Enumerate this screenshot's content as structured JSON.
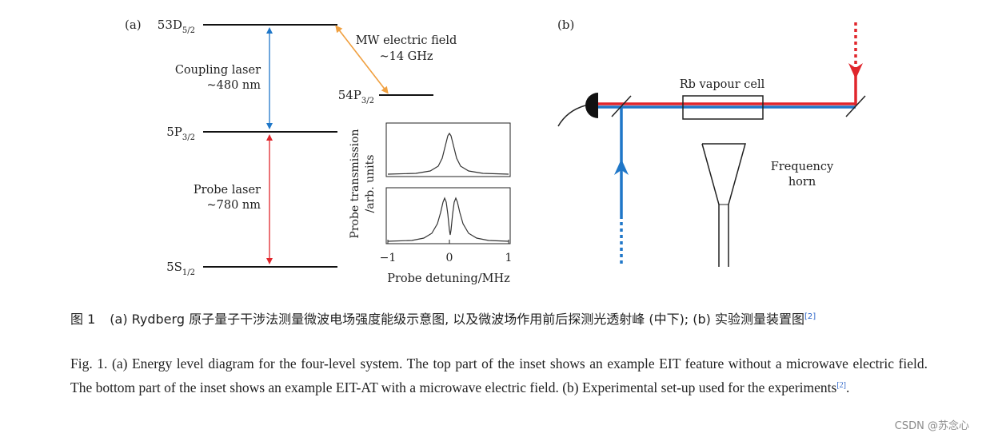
{
  "panel_a": {
    "label": "(a)",
    "levels": [
      {
        "base": "53D",
        "sub": "5/2"
      },
      {
        "base": "54P",
        "sub": "3/2"
      },
      {
        "base": "5P",
        "sub": "3/2"
      },
      {
        "base": "5S",
        "sub": "1/2"
      }
    ],
    "coupling_laser": [
      "Coupling laser",
      "~480 nm"
    ],
    "probe_laser": [
      "Probe laser",
      "~780 nm"
    ],
    "mw_field": [
      "MW electric field",
      "~14 GHz"
    ],
    "inset": {
      "ylabel": [
        "Probe transmission",
        "/arb. units"
      ],
      "xlabel": "Probe detuning/MHz",
      "ticks": [
        "−1",
        "0",
        "1"
      ]
    }
  },
  "panel_b": {
    "label": "(b)",
    "cell_label": "Rb vapour cell",
    "horn_label": [
      "Frequency",
      "horn"
    ]
  },
  "colors": {
    "probe": "#1f77c8",
    "coupling": "#e0262c",
    "mw": "#f0a040",
    "level": "#111111"
  },
  "caption_cn": {
    "fig_no": "图 1",
    "text": "(a) Rydberg 原子量子干涉法测量微波电场强度能级示意图, 以及微波场作用前后探测光透射峰 (中下); (b) 实验测量装置图",
    "ref": "[2]"
  },
  "caption_en": {
    "text": "Fig. 1. (a) Energy level diagram for the four-level system. The top part of the inset shows an example EIT feature without a microwave electric field. The bottom part of the inset shows an example EIT-AT with a microwave electric field. (b) Experimental set-up used for the experiments",
    "ref": "[2]",
    "end": "."
  },
  "watermark": "CSDN @苏念心"
}
